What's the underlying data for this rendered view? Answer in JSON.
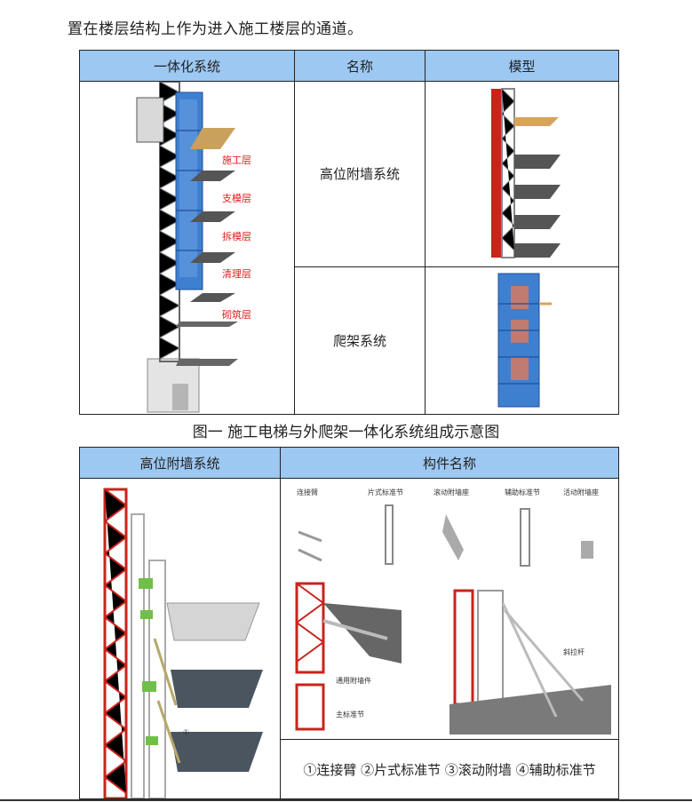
{
  "intro_text": "置在楼层结构上作为进入施工楼层的通道。",
  "table1": {
    "headers": [
      "一体化系统",
      "名称",
      "模型"
    ],
    "floor_labels": [
      "施工层",
      "支模层",
      "拆模层",
      "清理层",
      "砌筑层"
    ],
    "rows": [
      {
        "name": "高位附墙系统"
      },
      {
        "name": "爬架系统"
      }
    ]
  },
  "caption1": "图一 施工电梯与外爬架一体化系统组成示意图",
  "table2": {
    "headers": [
      "高位附墙系统",
      "构件名称"
    ],
    "parts": [
      "连接臂",
      "片式标准节",
      "滚动附墙座",
      "辅助标准节",
      "活动附墙座"
    ],
    "sub_labels": {
      "wall_piece": "通用附墙件",
      "main_section": "主标准节",
      "diagonal": "斜拉杆",
      "marker": "①"
    },
    "legend": "①连接臂 ②片式标准节 ③滚动附墙 ④辅助标准节"
  },
  "colors": {
    "header_bg": "#9cc8f2",
    "floor_label": "#e21c1c",
    "mast_red": "#c8241c",
    "frame_blue": "#2f6fc4"
  }
}
